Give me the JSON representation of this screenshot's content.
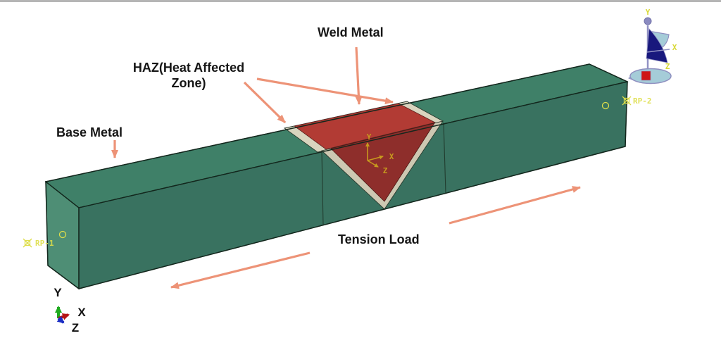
{
  "figure": {
    "labels": {
      "weld_metal": "Weld Metal",
      "haz_line1": "HAZ(Heat Affected",
      "haz_line2": "Zone)",
      "base_metal": "Base Metal",
      "tension_load": "Tension Load"
    },
    "reference_points": {
      "rp1": "RP-1",
      "rp2": "RP-2"
    },
    "weld_triad": {
      "x": "X",
      "y": "Y",
      "z": "Z"
    },
    "view_triad": {
      "x": "X",
      "y": "Y",
      "z": "Z"
    },
    "compass_triad": {
      "x": "X",
      "y": "Y",
      "z": "Z"
    },
    "colors": {
      "base_metal_end_face": "#4e8e75",
      "base_metal_top_face": "#3f8068",
      "base_metal_front_face": "#397260",
      "weld_top_face": "#b23b34",
      "weld_front_face": "#8e2e2b",
      "haz_top_face": "#d9d4be",
      "haz_front_face": "#cdc8b2",
      "annotation_arrow": "#ed9377",
      "marker_yellow": "#dede4a",
      "compass_body_blue": "#a5ccd8",
      "compass_sail_navy": "#18187d",
      "compass_origin_red": "#cf1616",
      "axis_x_red": "#b51414",
      "axis_y_green": "#1faa1f",
      "axis_z_blue": "#1b2ec4",
      "weld_triad_gold": "#c7991e"
    }
  }
}
